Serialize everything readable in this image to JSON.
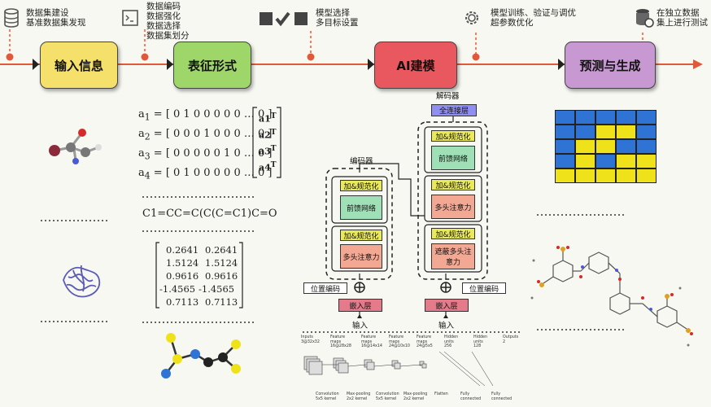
{
  "colors": {
    "timeline": "#e05a3a",
    "stage1": "#f4e06a",
    "stage2": "#9ed66a",
    "stage3": "#e8585e",
    "stage4": "#c898d2",
    "grid_blue": "#2f73d4",
    "grid_yellow": "#efe21a",
    "norm": "#e9e95a",
    "ffn": "#9fe0b6",
    "attn": "#f3a893",
    "embed": "#e57a8a",
    "linear": "#8f8ef2"
  },
  "steps": [
    {
      "icon": "database-icon",
      "lines": [
        "数据集建设",
        "基准数据集发现"
      ]
    },
    {
      "icon": "terminal-icon",
      "lines": [
        "数据编码",
        "数据强化",
        "数据选择",
        "数据集划分"
      ]
    },
    {
      "icon": "check-icon",
      "lines": [
        "模型选择",
        "多目标设置"
      ]
    },
    {
      "icon": "gear-icon",
      "lines": [
        "模型训练、验证与调优",
        "超参数优化"
      ]
    },
    {
      "icon": "database-icon",
      "lines": [
        "在独立数据",
        "集上进行测试"
      ]
    }
  ],
  "stages": [
    "输入信息",
    "表征形式",
    "AI建模",
    "预测与生成"
  ],
  "repr": {
    "rows": [
      {
        "lhs": "a",
        "sub": "1",
        "rhs": "= [ 0 1 0 0 0 0 0 … 0 ]"
      },
      {
        "lhs": "a",
        "sub": "2",
        "rhs": "= [ 0 0 0 1 0 0 0 … 0 ]"
      },
      {
        "lhs": "a",
        "sub": "3",
        "rhs": "= [ 0 0 0 0 0 1 0 … 0 ]"
      },
      {
        "lhs": "a",
        "sub": "4",
        "rhs": "= [ 0 1 0 0 0 0 0 … 0 ]"
      }
    ],
    "vec": [
      "a1",
      "a2",
      "a3",
      "a4"
    ],
    "vec_sup": "T",
    "smiles": "C1=CC=C(C(C=C1)C=O",
    "matrix": [
      [
        "0.2641",
        "0.2641"
      ],
      [
        "1.5124",
        "1.5124"
      ],
      [
        "0.9616",
        "0.9616"
      ],
      [
        "-1.4565",
        "-1.4565"
      ],
      [
        "0.7113",
        "0.7113"
      ]
    ]
  },
  "transformer": {
    "encoder": "编码器",
    "decoder": "解码器",
    "norm": "加&规范化",
    "ffn": "前馈网络",
    "mha": "多头注意力",
    "masked": "遮蔽多头注意力",
    "pos": "位置编码",
    "embed": "嵌入层",
    "input": "输入",
    "linear": "全连接层"
  },
  "cnn": {
    "top": [
      "Inputs\n3@32x32",
      "Feature\nmaps\n16@28x28",
      "Feature\nmaps\n16@14x14",
      "Feature\nmaps\n24@10x10",
      "Feature\nmaps\n24@5x5",
      "Hidden\nunits\n256",
      "Hidden\nunits\n128",
      "Outputs\n2"
    ],
    "bottom": [
      "Convolution\n5x5 kernel",
      "Max-pooling\n2x2 kernel",
      "Convolution\n5x5 kernel",
      "Max-pooling\n2x2 kernel",
      "Flatten",
      "Fully\nconnected",
      "Fully\nconnected"
    ]
  },
  "grid": [
    [
      "b",
      "b",
      "b",
      "b",
      "b"
    ],
    [
      "b",
      "b",
      "y",
      "y",
      "b"
    ],
    [
      "b",
      "y",
      "y",
      "b",
      "b"
    ],
    [
      "b",
      "y",
      "b",
      "y",
      "y"
    ],
    [
      "y",
      "y",
      "y",
      "y",
      "y"
    ]
  ]
}
